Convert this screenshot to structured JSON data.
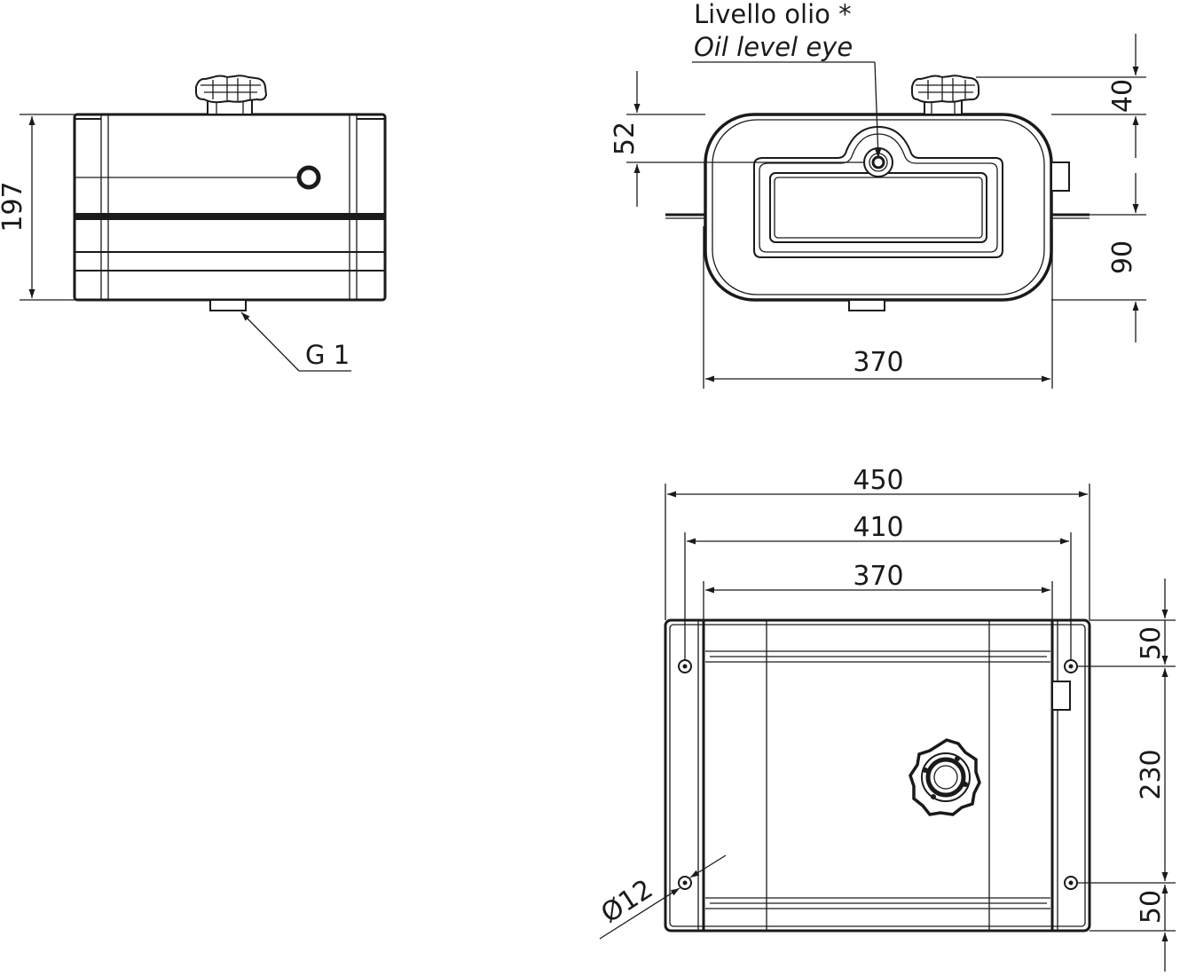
{
  "side_view": {
    "height_dim": "197",
    "port_label": "G 1"
  },
  "front_view": {
    "level_label_it": "Livello olio *",
    "level_label_en": "Oil level eye",
    "dim_40": "40",
    "dim_52": "52",
    "dim_90": "90",
    "width_dim": "370"
  },
  "top_view": {
    "dim_450": "450",
    "dim_410": "410",
    "dim_370": "370",
    "dim_50_top": "50",
    "dim_230": "230",
    "dim_50_bottom": "50",
    "hole_dim": "Ø12"
  }
}
